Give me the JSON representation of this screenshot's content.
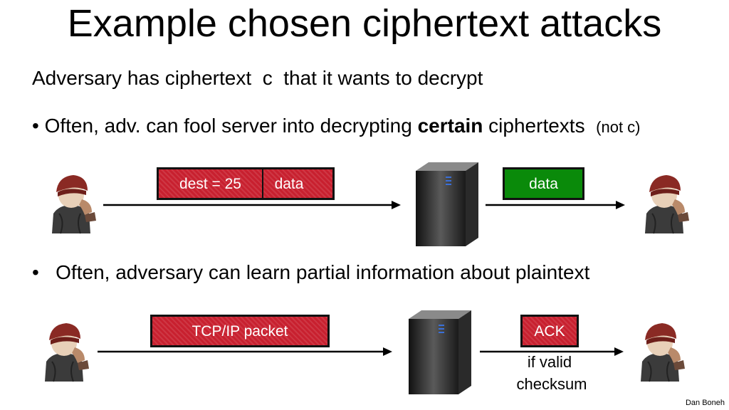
{
  "slide": {
    "title": "Example chosen ciphertext attacks",
    "intro": "Adversary has ciphertext  c  that it wants to decrypt",
    "bullet1": {
      "marker": "•",
      "text_before": "Often, adv. can fool server into decrypting ",
      "bold": "certain",
      "text_after": " ciphertexts  ",
      "note": "(not c)"
    },
    "bullet2": {
      "marker": "•",
      "text": "Often, adversary can learn partial information about plaintext"
    },
    "scenario1": {
      "packet_left": "dest = 25",
      "packet_right": "data",
      "output": "data"
    },
    "scenario2": {
      "packet": "TCP/IP packet",
      "output": "ACK",
      "condition_line1": "if valid",
      "condition_line2": "checksum"
    },
    "footer": "Dan Boneh",
    "colors": {
      "ciphertext_red": "#c8202f",
      "plaintext_green": "#0a8a0a"
    }
  }
}
